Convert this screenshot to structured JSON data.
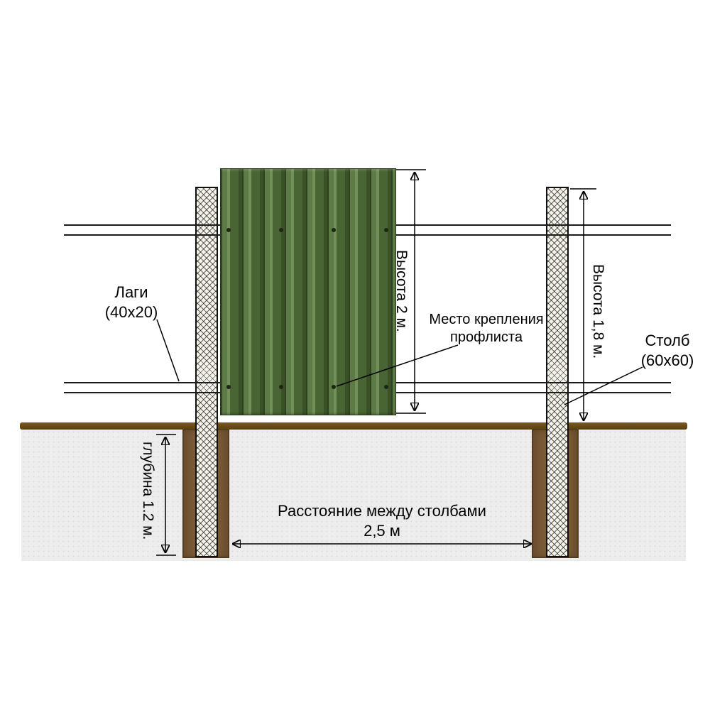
{
  "labels": {
    "rails": {
      "line1": "Лаги",
      "line2": "(40х20)"
    },
    "attachment": {
      "line1": "Место крепления",
      "line2": "профлиста"
    },
    "post": {
      "line1": "Столб",
      "line2": "(60х60)"
    },
    "panel_height": "Высота 2 м.",
    "post_height": "Высота 1,8 м.",
    "depth": "глубина 1.2 м.",
    "distance": {
      "line1": "Расстояние между столбами",
      "line2": "2,5 м"
    }
  },
  "dimensions": {
    "panel_height_m": 2,
    "post_height_m": 1.8,
    "depth_m": 1.2,
    "post_spacing_m": 2.5,
    "rail_section": "40х20",
    "post_section": "60х60"
  },
  "colors": {
    "panel_green": "#52703c",
    "ground_line_brown": "#6a4c14",
    "footing_brown": "#7a5a36",
    "soil_gray": "#ededed"
  }
}
